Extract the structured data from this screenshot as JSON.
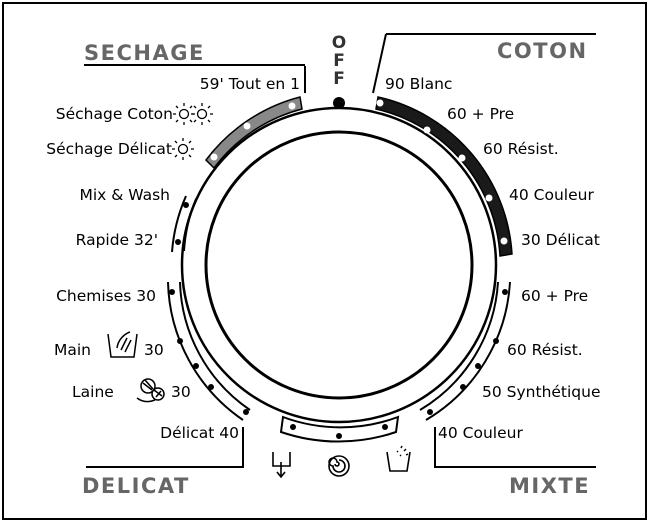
{
  "dial": {
    "off_label": [
      "O",
      "F",
      "F"
    ]
  },
  "sections": {
    "sechage": "SECHAGE",
    "coton": "COTON",
    "delicat": "DELICAT",
    "mixte": "MIXTE"
  },
  "programs_left": [
    {
      "label": "59' Tout en 1"
    },
    {
      "label": "Séchage Coton"
    },
    {
      "label": "Séchage Délicat"
    },
    {
      "label": "Mix & Wash"
    },
    {
      "label": "Rapide 32'"
    },
    {
      "label": "Chemises 30"
    },
    {
      "label": "Main",
      "suffix": "30"
    },
    {
      "label": "Laine",
      "suffix": "30"
    },
    {
      "label": "Délicat 40"
    }
  ],
  "programs_right": [
    {
      "label": "90 Blanc"
    },
    {
      "label": "60 + Pre"
    },
    {
      "label": "60 Résist."
    },
    {
      "label": "40 Couleur"
    },
    {
      "label": "30 Délicat"
    },
    {
      "label": "60 + Pre"
    },
    {
      "label": "60 Résist."
    },
    {
      "label": "50 Synthétique"
    },
    {
      "label": "40 Couleur"
    }
  ],
  "colors": {
    "drying_band": "#888888",
    "cotton_band": "#1a1a1a",
    "line": "#000000",
    "header_text": "#666666"
  }
}
